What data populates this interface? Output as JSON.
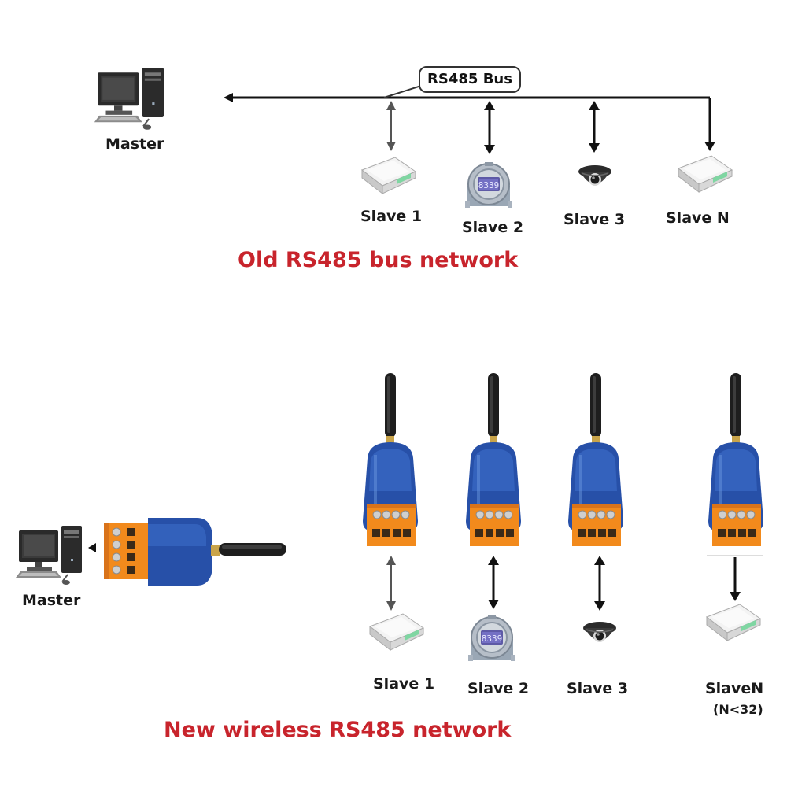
{
  "top": {
    "master_label": "Master",
    "bus_label": "RS485 Bus",
    "slaves": [
      "Slave 1",
      "Slave 2",
      "Slave 3",
      "Slave N"
    ],
    "title": "Old RS485 bus network",
    "lcd_text": "8339"
  },
  "bottom": {
    "master_label": "Master",
    "slaves": [
      "Slave 1",
      "Slave 2",
      "Slave 3",
      "SlaveN"
    ],
    "slave_n_note": "(N<32)",
    "title": "New wireless RS485 network",
    "lcd_text": "8339"
  },
  "colors": {
    "title": "#c8242c",
    "modem_blue": "#2750a8",
    "terminal_orange": "#f28a1c",
    "line": "#111111"
  }
}
